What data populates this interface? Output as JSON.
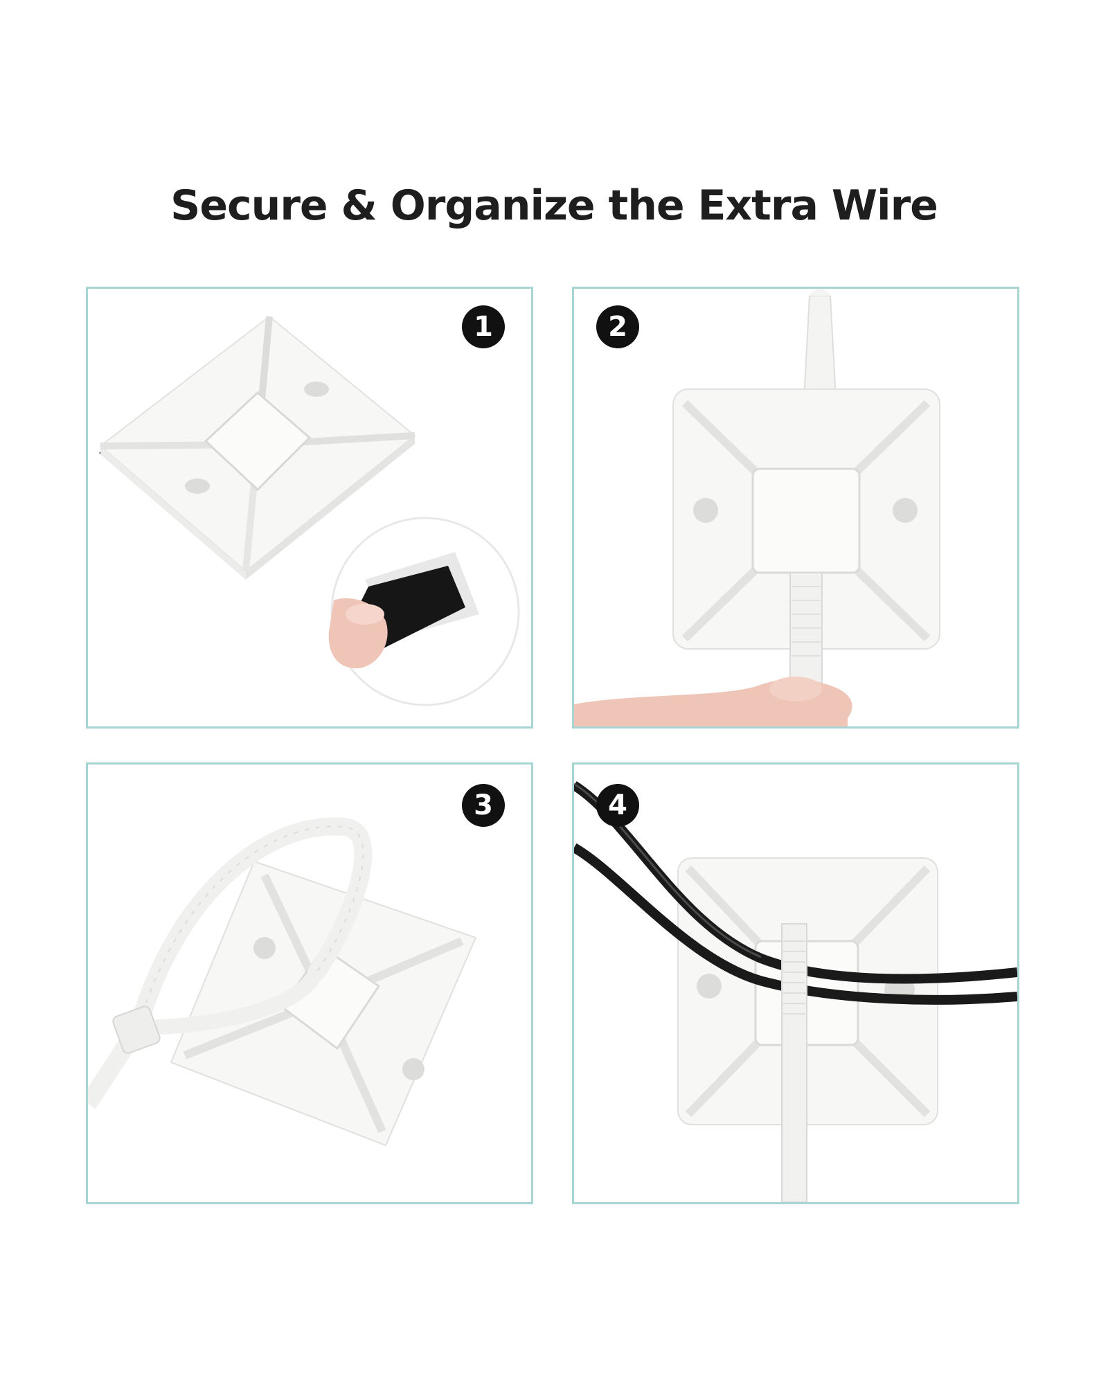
{
  "title": "Secure & Organize the Extra Wire",
  "steps": [
    {
      "number": "1"
    },
    {
      "number": "2"
    },
    {
      "number": "3"
    },
    {
      "number": "4"
    }
  ],
  "colors": {
    "panel_border": "#a8d4d2",
    "badge": "#111111",
    "mount_white": "#f7f7f5",
    "cable_black": "#1a1a1a",
    "skin": "#efc5b8"
  }
}
